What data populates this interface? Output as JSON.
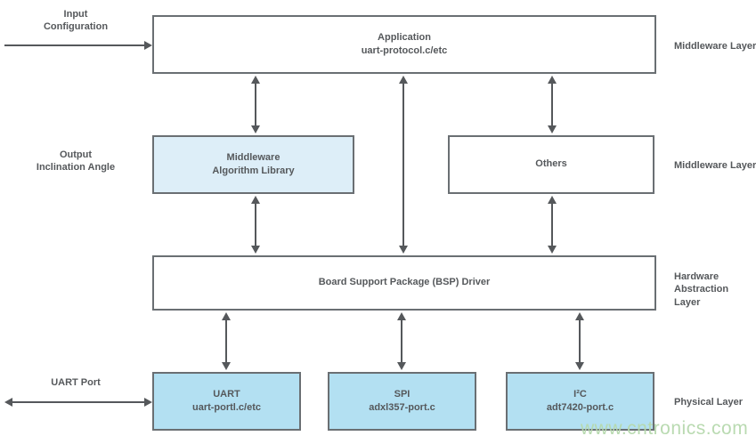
{
  "left_labels": {
    "input_config": {
      "line1": "Input",
      "line2": "Configuration"
    },
    "output_inclination": {
      "line1": "Output",
      "line2": "Inclination Angle"
    },
    "uart_port": "UART Port"
  },
  "layer_labels": {
    "middleware_top": "Middleware Layer",
    "middleware_mid": "Middleware Layer",
    "hardware_abstraction": {
      "line1": "Hardware",
      "line2": "Abstraction Layer"
    },
    "physical": "Physical Layer"
  },
  "boxes": {
    "application": {
      "title": "Application",
      "subtitle": "uart-protocol.c/etc"
    },
    "middleware_library": {
      "title": "Middleware",
      "subtitle": "Algorithm Library"
    },
    "others": {
      "title": "Others"
    },
    "bsp": {
      "title": "Board Support Package (BSP) Driver"
    },
    "uart": {
      "title": "UART",
      "subtitle": "uart-portl.c/etc"
    },
    "spi": {
      "title": "SPI",
      "subtitle": "adxl357-port.c"
    },
    "i2c": {
      "title": "I²C",
      "subtitle": "adt7420-port.c"
    }
  },
  "watermark": "www.cntronics.com",
  "colors": {
    "border": "#6a6f73",
    "text": "#55585b",
    "middleware_fill": "#ddeef8",
    "physical_fill": "#b3e0f2",
    "watermark": "#b6d9ad"
  }
}
